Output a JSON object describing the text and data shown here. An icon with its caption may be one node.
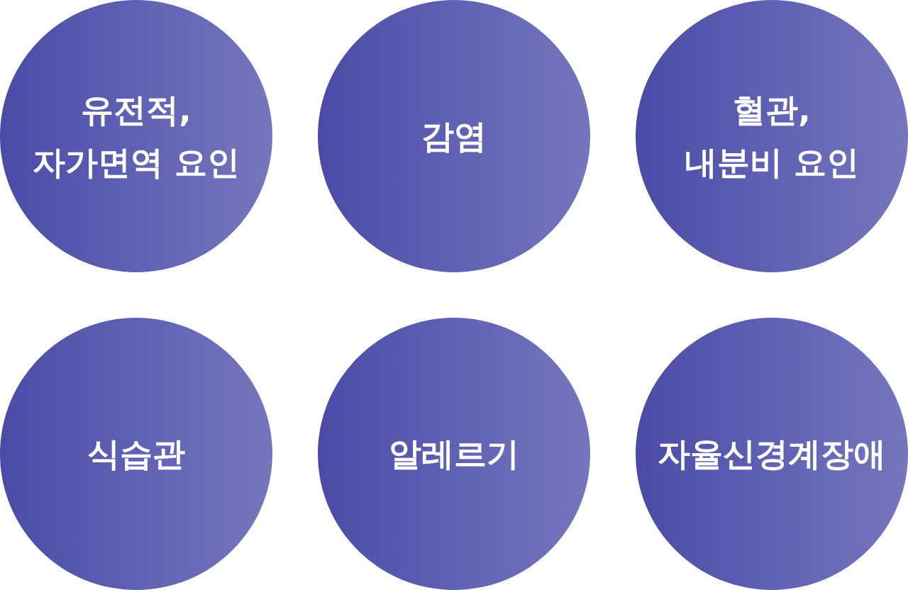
{
  "diagram": {
    "nodes": [
      {
        "text": [
          "유전적, 자가면역 요인"
        ]
      },
      {
        "text": [
          "감염"
        ]
      },
      {
        "text": [
          "혈관, 내분비 요인"
        ]
      },
      {
        "text": [
          "식습관"
        ]
      },
      {
        "text": [
          "알레르기"
        ]
      },
      {
        "text": [
          "자율신경계장애"
        ]
      }
    ]
  }
}
